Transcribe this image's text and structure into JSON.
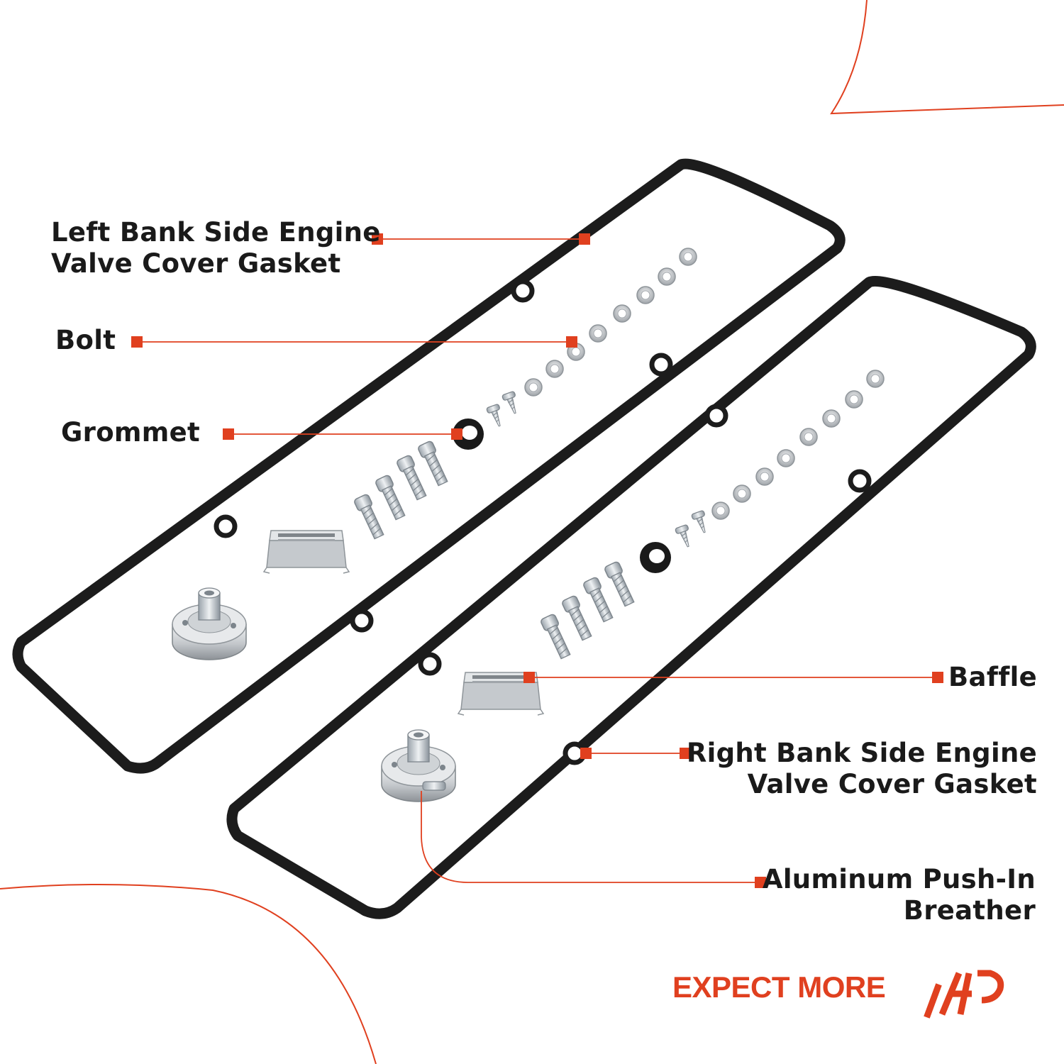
{
  "labels": {
    "left_gasket": [
      "Left Bank Side Engine",
      "Valve Cover Gasket"
    ],
    "bolt": "Bolt",
    "grommet": "Grommet",
    "baffle": "Baffle",
    "right_gasket": [
      "Right Bank Side Engine",
      "Valve Cover Gasket"
    ],
    "breather": [
      "Aluminum Push-In",
      "Breather"
    ]
  },
  "brand": {
    "tagline": "EXPECT MORE",
    "logo": "ap-logo-icon"
  },
  "colors": {
    "accent": "#e0401f",
    "gasket": "#1c1c1c",
    "text": "#1a1a1a",
    "metal": "#c9cdd1",
    "baffle": "#c8ccd0"
  }
}
